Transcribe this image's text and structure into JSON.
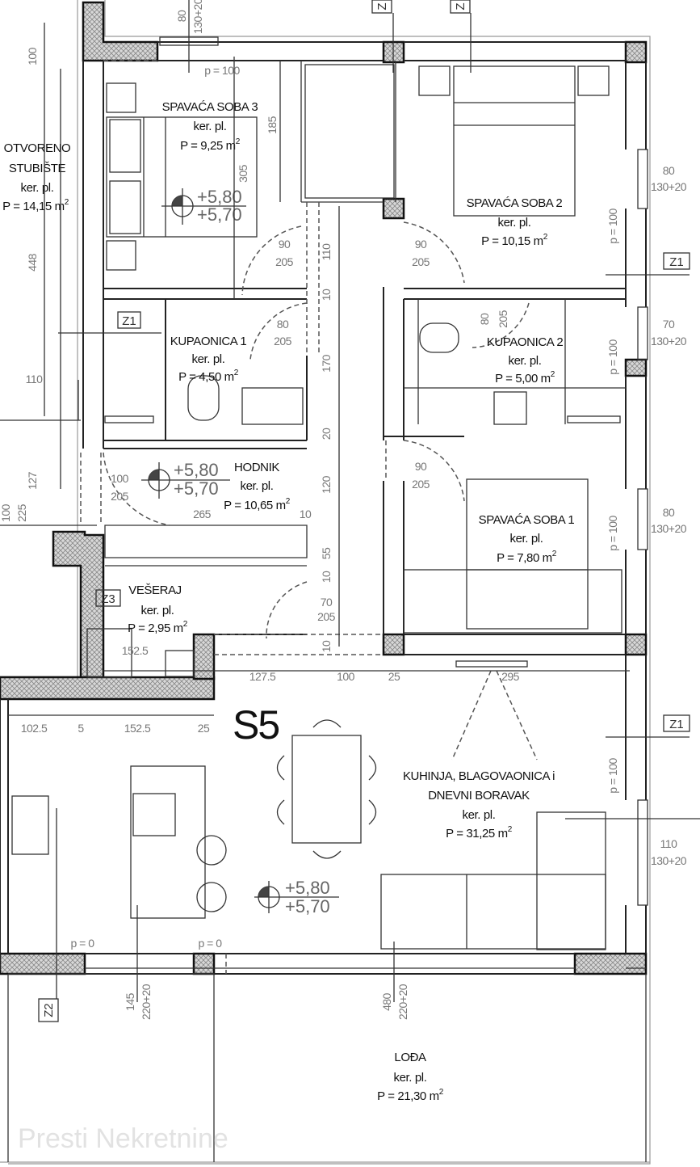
{
  "plan_label": "S5",
  "watermark": "Presti Nekretnine",
  "rooms": {
    "stubiste": {
      "name1": "OTVORENO",
      "name2": "STUBIŠTE",
      "floor": "ker. pl.",
      "area": "P = 14,15 m",
      "sup": "2"
    },
    "soba3": {
      "name": "SPAVAĆA SOBA 3",
      "floor": "ker. pl.",
      "area": "P = 9,25 m",
      "sup": "2"
    },
    "soba2": {
      "name": "SPAVAĆA SOBA 2",
      "floor": "ker. pl.",
      "area": "P = 10,15 m",
      "sup": "2"
    },
    "kup1": {
      "name": "KUPAONICA 1",
      "floor": "ker. pl.",
      "area": "P = 4,50 m",
      "sup": "2"
    },
    "kup2": {
      "name": "KUPAONICA 2",
      "floor": "ker. pl.",
      "area": "P = 5,00 m",
      "sup": "2"
    },
    "hodnik": {
      "name": "HODNIK",
      "floor": "ker. pl.",
      "area": "P = 10,65 m",
      "sup": "2"
    },
    "soba1": {
      "name": "SPAVAĆA SOBA 1",
      "floor": "ker. pl.",
      "area": "P = 7,80 m",
      "sup": "2"
    },
    "veseraj": {
      "name": "VEŠERAJ",
      "floor": "ker. pl.",
      "area": "P = 2,95 m",
      "sup": "2"
    },
    "kuhinja": {
      "name1": "KUHINJA, BLAGOVAONICA i",
      "name2": "DNEVNI BORAVAK",
      "floor": "ker. pl.",
      "area": "P = 31,25 m",
      "sup": "2"
    },
    "loda": {
      "name": "LOĐA",
      "floor": "ker. pl.",
      "area": "P = 21,30 m",
      "sup": "2"
    }
  },
  "levels": {
    "top": "+5,80",
    "bottom": "+5,70"
  },
  "tags": {
    "z1": "Z1",
    "z2": "Z2",
    "z3": "Z3",
    "z": "Z"
  },
  "dims": {
    "d80": "80",
    "d130_20": "130+20",
    "p100": "p = 100",
    "p0": "p = 0",
    "d100": "100",
    "d185": "185",
    "d305": "305",
    "d448": "448",
    "d110": "110",
    "d90": "90",
    "d205": "205",
    "d10": "10",
    "d170": "170",
    "d70": "70",
    "d20": "20",
    "d127": "127",
    "d120": "120",
    "d225": "225",
    "d265": "265",
    "d55": "55",
    "d152_5": "152.5",
    "d127_5": "127.5",
    "d25": "25",
    "d295": "295",
    "d102_5": "102.5",
    "d5": "5",
    "d145": "145",
    "d220_20": "220+20",
    "d480": "480"
  }
}
